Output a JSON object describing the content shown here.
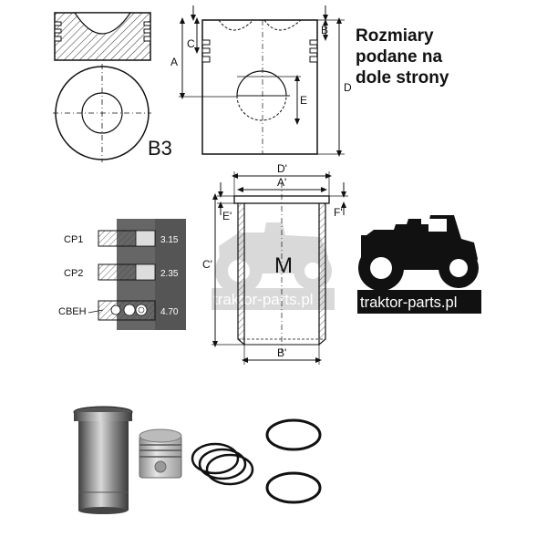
{
  "piston_view": {
    "label": "B3"
  },
  "cylinder_dims": {
    "A": "A",
    "B": "B",
    "C": "C",
    "D": "D",
    "E": "E"
  },
  "liner_dims": {
    "D_prime": "D'",
    "A_prime": "A'",
    "E_prime": "E'",
    "F_prime": "F'",
    "C_prime": "C'",
    "B_prime": "B'",
    "center_label": "M"
  },
  "note": {
    "lines": [
      "Rozmiary",
      "podane na",
      "dole strony"
    ]
  },
  "rings": [
    {
      "name": "CP1",
      "value": "3.15"
    },
    {
      "name": "CP2",
      "value": "2.35"
    },
    {
      "name": "CBEH",
      "value": "4.70"
    }
  ],
  "watermark": {
    "text": "traktor-parts.pl"
  },
  "logo": {
    "text": "traktor-parts.pl"
  }
}
